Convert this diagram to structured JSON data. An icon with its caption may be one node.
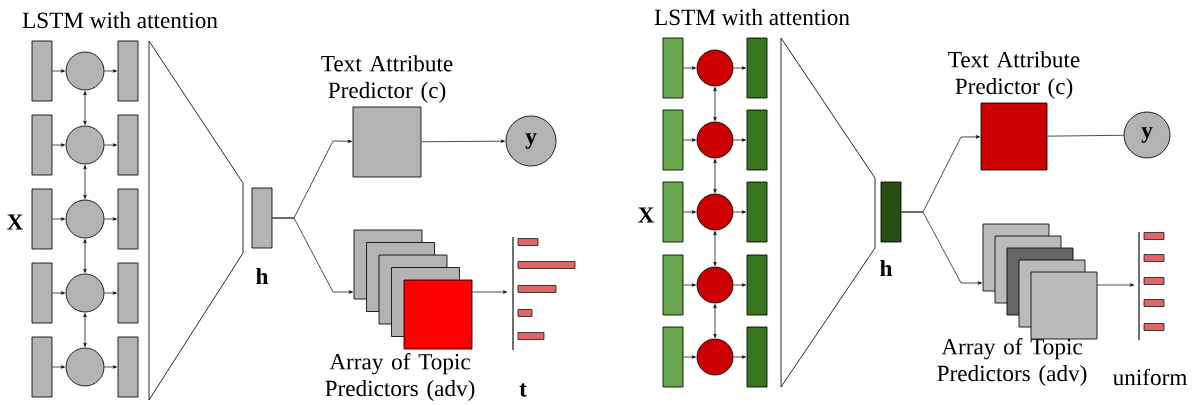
{
  "diagram": {
    "nodes": [
      {
        "text": [],
        "shape": "box"
      },
      {
        "text": [],
        "shape": "box"
      },
      {
        "text": [],
        "shape": "box"
      },
      {
        "text": [],
        "shape": "box"
      },
      {
        "text": [],
        "shape": "box"
      },
      {
        "text": [],
        "shape": "circle"
      },
      {
        "text": [],
        "shape": "circle"
      },
      {
        "text": [],
        "shape": "circle"
      },
      {
        "text": [],
        "shape": "circle"
      },
      {
        "text": [],
        "shape": "circle"
      },
      {
        "text": [],
        "shape": "box"
      },
      {
        "text": [],
        "shape": "box"
      },
      {
        "text": [],
        "shape": "box"
      },
      {
        "text": [],
        "shape": "box"
      },
      {
        "text": [],
        "shape": "box"
      },
      {
        "text": [],
        "shape": "box",
        "beside": [
          "h"
        ]
      },
      {
        "text": [
          "Text Attribute Predictor (c)"
        ]
      },
      {
        "text": [
          "y"
        ]
      },
      {
        "text": [],
        "shape": "box"
      },
      {
        "text": [],
        "shape": "box"
      },
      {
        "text": [],
        "shape": "box"
      },
      {
        "text": [],
        "shape": "box"
      },
      {
        "text": [],
        "shape": "box"
      },
      {
        "text": [],
        "shape": "picture",
        "beside": [
          "t"
        ]
      },
      {
        "text": [],
        "shape": "box"
      },
      {
        "text": [],
        "shape": "box"
      },
      {
        "text": [],
        "shape": "box"
      },
      {
        "text": [],
        "shape": "box"
      },
      {
        "text": [],
        "shape": "box"
      },
      {
        "text": [],
        "shape": "circle"
      },
      {
        "text": [],
        "shape": "circle"
      },
      {
        "text": [],
        "shape": "circle"
      },
      {
        "text": [],
        "shape": "circle"
      },
      {
        "text": [],
        "shape": "circle"
      },
      {
        "text": [],
        "shape": "box"
      },
      {
        "text": [],
        "shape": "box"
      },
      {
        "text": [],
        "shape": "box"
      },
      {
        "text": [],
        "shape": "box"
      },
      {
        "text": [],
        "shape": "box"
      },
      {
        "text": [],
        "shape": "box",
        "beside": [
          "h"
        ]
      },
      {
        "text": [
          "Text Attribute Predictor (c)"
        ]
      },
      {
        "text": [
          "y"
        ]
      },
      {
        "text": [],
        "shape": "box"
      },
      {
        "text": [],
        "shape": "box"
      },
      {
        "text": [],
        "shape": "box"
      },
      {
        "text": [],
        "shape": "box"
      },
      {
        "text": [],
        "shape": "box"
      },
      {
        "text": [],
        "shape": "picture",
        "beside": [
          "uniform"
        ]
      }
    ],
    "edges": [
      {
        "from": 0,
        "to": 5,
        "arrow": "to"
      },
      {
        "from": 1,
        "to": 6,
        "arrow": "to"
      },
      {
        "from": 2,
        "to": 7,
        "arrow": "to"
      },
      {
        "from": 3,
        "to": 8,
        "arrow": "to"
      },
      {
        "from": 4,
        "to": 9,
        "arrow": "to"
      },
      {
        "from": 5,
        "to": 10,
        "arrow": "to"
      },
      {
        "from": 6,
        "to": 11,
        "arrow": "to"
      },
      {
        "from": 7,
        "to": 12,
        "arrow": "to"
      },
      {
        "from": 8,
        "to": 13,
        "arrow": "to"
      },
      {
        "from": 9,
        "to": 14,
        "arrow": "to"
      },
      {
        "from": 5,
        "to": 6,
        "arrow": "both"
      },
      {
        "from": 6,
        "to": 7,
        "arrow": "both"
      },
      {
        "from": 7,
        "to": 8,
        "arrow": "both"
      },
      {
        "from": 8,
        "to": 9,
        "arrow": "both"
      },
      {
        "from": 15,
        "to": 16,
        "arrow": "to"
      },
      {
        "from": 15,
        "to": 18,
        "arrow": "to"
      },
      {
        "from": 16,
        "to": 17,
        "arrow": "to"
      },
      {
        "from": 22,
        "to": 23,
        "arrow": "to"
      },
      {
        "from": 24,
        "to": 29,
        "arrow": "to"
      },
      {
        "from": 25,
        "to": 30,
        "arrow": "to"
      },
      {
        "from": 26,
        "to": 31,
        "arrow": "to"
      },
      {
        "from": 27,
        "to": 32,
        "arrow": "to"
      },
      {
        "from": 28,
        "to": 33,
        "arrow": "to"
      },
      {
        "from": 29,
        "to": 34,
        "arrow": "to"
      },
      {
        "from": 30,
        "to": 35,
        "arrow": "to"
      },
      {
        "from": 31,
        "to": 36,
        "arrow": "to"
      },
      {
        "from": 32,
        "to": 37,
        "arrow": "to"
      },
      {
        "from": 33,
        "to": 38,
        "arrow": "to"
      },
      {
        "from": 29,
        "to": 30,
        "arrow": "both"
      },
      {
        "from": 30,
        "to": 31,
        "arrow": "both"
      },
      {
        "from": 31,
        "to": 32,
        "arrow": "both"
      },
      {
        "from": 32,
        "to": 33,
        "arrow": "both"
      },
      {
        "from": 39,
        "to": 40,
        "arrow": "to"
      },
      {
        "from": 39,
        "to": 42,
        "arrow": "to"
      },
      {
        "from": 40,
        "to": 41,
        "arrow": "none"
      },
      {
        "from": 46,
        "to": 47,
        "arrow": "to"
      }
    ],
    "labels": [
      "LSTM with attention",
      "X",
      "Array of Topic Predictors (adv)",
      "LSTM with attention",
      "X",
      "Array of Topic Predictors (adv)"
    ]
  }
}
